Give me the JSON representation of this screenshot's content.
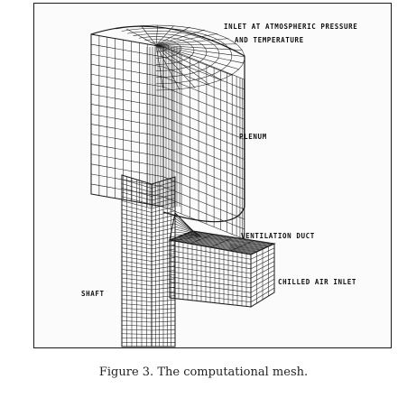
{
  "figure": {
    "labels": {
      "inlet_line1": "INLET AT ATMOSPHERIC PRESSURE",
      "inlet_line2": "AND TEMPERATURE",
      "plenum": "PLENUM",
      "ventilation_duct": "VENTILATION DUCT",
      "chilled_air_inlet": "CHILLED AIR INLET",
      "shaft": "SHAFT"
    },
    "caption": "Figure 3. The computational mesh."
  },
  "colors": {
    "ink": "#1a1a1a",
    "paper": "#fbfbfb"
  }
}
